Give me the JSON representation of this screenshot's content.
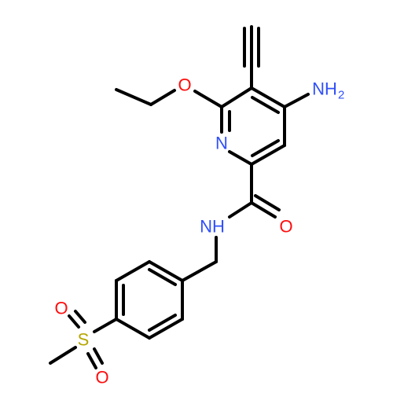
{
  "molecule": {
    "atoms": {
      "ring_nitrogen": {
        "symbol": "N",
        "color": "#3050F8"
      },
      "ether_oxygen": {
        "symbol": "O",
        "color": "#FF0D0D"
      },
      "amino": {
        "symbol": "NH",
        "subscript": "2",
        "color": "#3050F8"
      },
      "carbonyl_oxygen": {
        "symbol": "O",
        "color": "#FF0D0D"
      },
      "amide_nitrogen": {
        "symbol": "NH",
        "color": "#3050F8"
      },
      "sulfur": {
        "symbol": "S",
        "color": "#B5A600"
      },
      "sulfonyl_oxygen_top": {
        "symbol": "O",
        "color": "#FF0D0D"
      },
      "sulfonyl_oxygen_bottom": {
        "symbol": "O",
        "color": "#FF0D0D"
      }
    },
    "bond_color": "#000000"
  }
}
